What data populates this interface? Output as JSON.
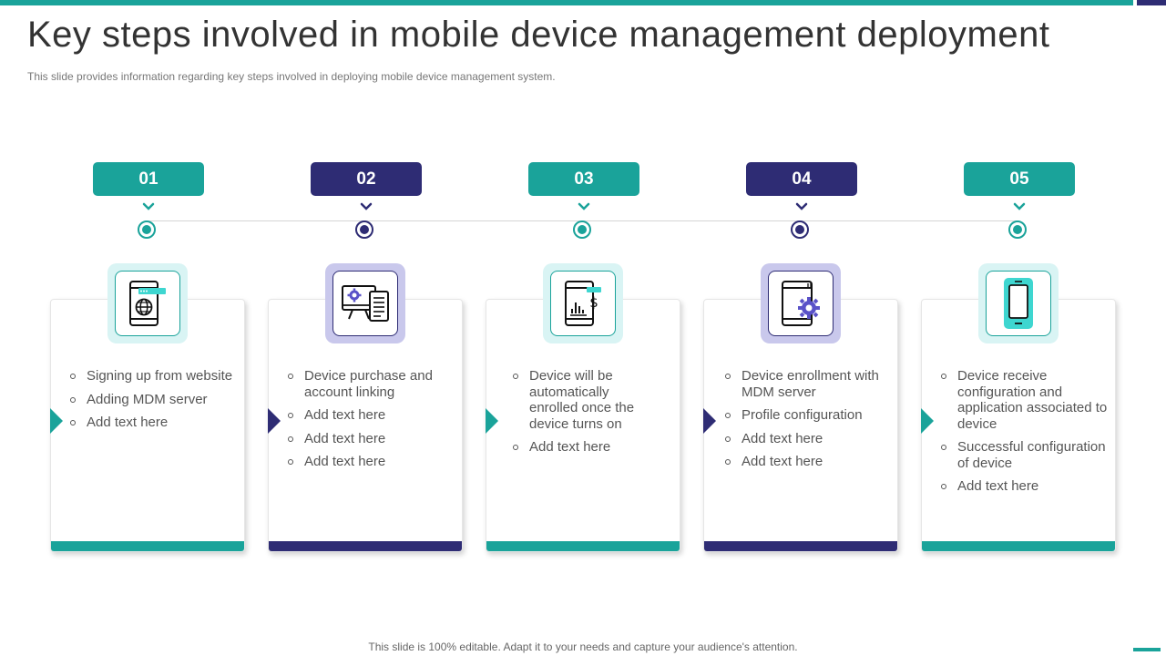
{
  "title": "Key steps involved in mobile device management deployment",
  "subtitle": "This slide provides information regarding key steps involved in deploying mobile device management system.",
  "footer": "This slide is 100% editable. Adapt it to your needs and capture your audience's attention.",
  "colors": {
    "teal": "#1aa39a",
    "navy": "#2e2c74",
    "teal_light": "#d9f4f4",
    "navy_light": "#c9c8ec",
    "text": "#555555"
  },
  "steps": [
    {
      "number": "01",
      "theme": "teal",
      "icon": "tablet-globe-icon",
      "items": [
        "Signing up from website",
        "Adding MDM server",
        "Add text here"
      ]
    },
    {
      "number": "02",
      "theme": "navy",
      "icon": "monitor-gear-document-icon",
      "items": [
        "Device purchase and account linking",
        "Add text here",
        "Add text here",
        "Add text here"
      ]
    },
    {
      "number": "03",
      "theme": "teal",
      "icon": "tablet-dollar-chart-icon",
      "items": [
        "Device will be automatically enrolled once the device turns on",
        "Add text here"
      ]
    },
    {
      "number": "04",
      "theme": "navy",
      "icon": "tablet-gear-icon",
      "items": [
        "Device enrollment with MDM server",
        "Profile configuration",
        "Add text here",
        "Add text here"
      ]
    },
    {
      "number": "05",
      "theme": "teal",
      "icon": "smartphone-icon",
      "items": [
        "Device receive configuration and application associated to device",
        "Successful configuration of device",
        "Add text here"
      ]
    }
  ]
}
